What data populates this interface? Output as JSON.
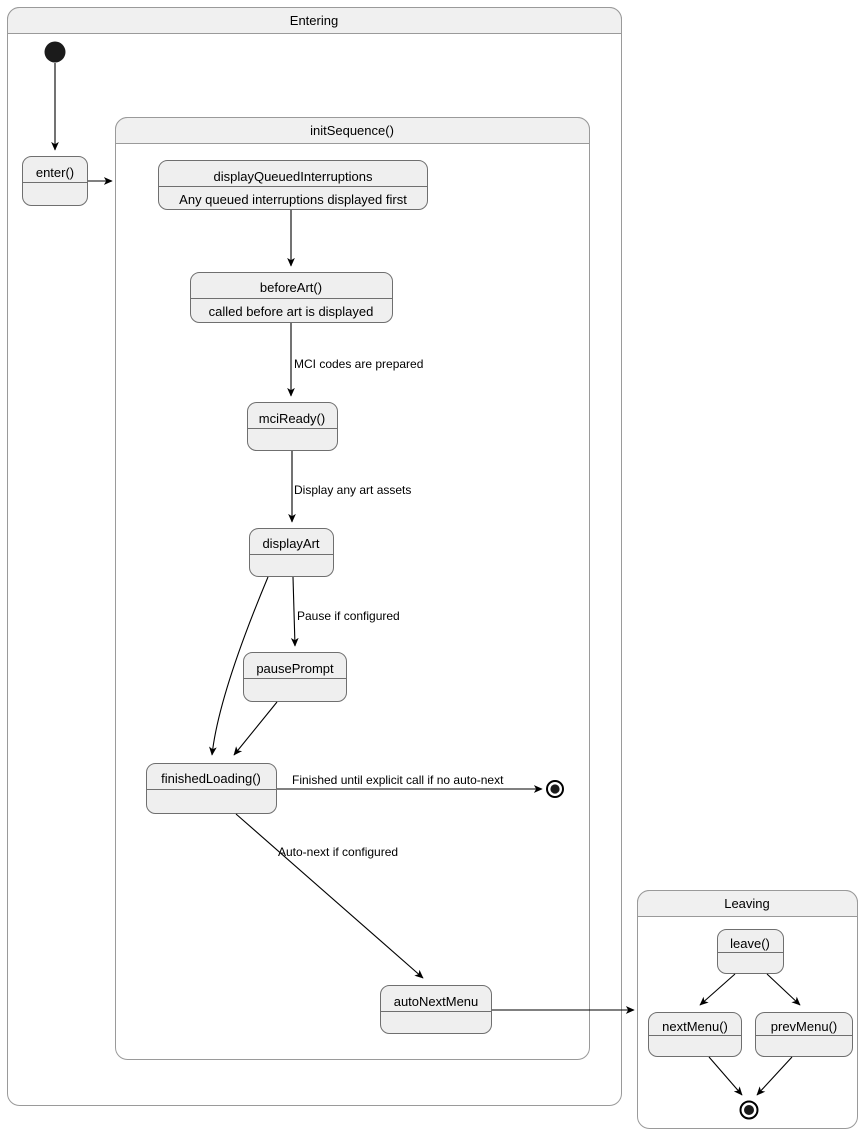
{
  "diagram": {
    "type": "uml-state-machine",
    "colors": {
      "composite_header_fill": "#f0f0f0",
      "composite_body_fill": "#ffffff",
      "composite_border": "#9a9a9a",
      "state_fill": "#efefef",
      "state_border": "#6f6f6f",
      "edge_color": "#000000",
      "text_color": "#000000",
      "initial_node_fill": "#1b1b1b"
    },
    "composites": {
      "entering": {
        "title": "Entering"
      },
      "init_sequence": {
        "title": "initSequence()"
      },
      "leaving": {
        "title": "Leaving"
      }
    },
    "states": {
      "enter": {
        "title": "enter()",
        "desc": ""
      },
      "display_queued_interruptions": {
        "title": "displayQueuedInterruptions",
        "desc": "Any queued interruptions displayed first"
      },
      "before_art": {
        "title": "beforeArt()",
        "desc": "called before art is displayed"
      },
      "mci_ready": {
        "title": "mciReady()",
        "desc": ""
      },
      "display_art": {
        "title": "displayArt",
        "desc": ""
      },
      "pause_prompt": {
        "title": "pausePrompt",
        "desc": ""
      },
      "finished_loading": {
        "title": "finishedLoading()",
        "desc": ""
      },
      "auto_next_menu": {
        "title": "autoNextMenu",
        "desc": ""
      },
      "leave": {
        "title": "leave()",
        "desc": ""
      },
      "next_menu": {
        "title": "nextMenu()",
        "desc": ""
      },
      "prev_menu": {
        "title": "prevMenu()",
        "desc": ""
      }
    },
    "transitions": {
      "mci_codes": "MCI codes are prepared",
      "display_art_assets": "Display any art assets",
      "pause_if_configured": "Pause if configured",
      "finished_explicit": "Finished until explicit call if no auto-next",
      "auto_next": "Auto-next if configured"
    }
  }
}
